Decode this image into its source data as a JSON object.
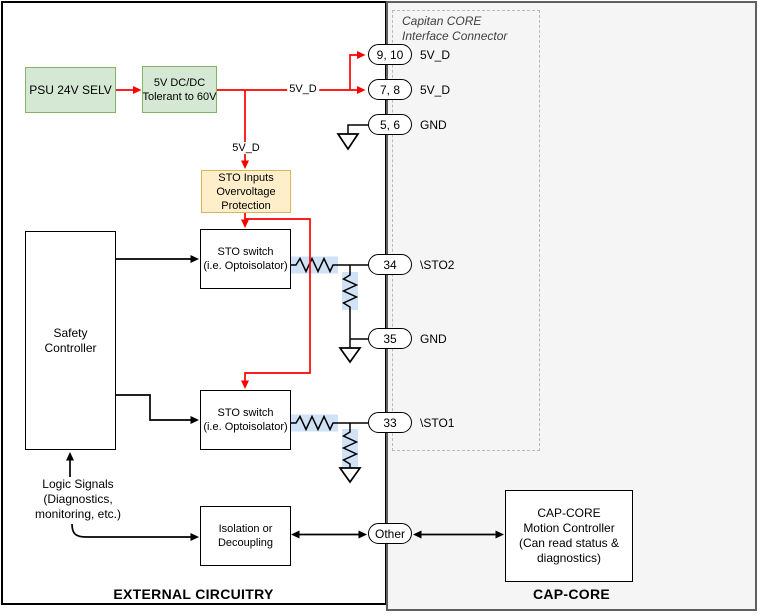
{
  "regions": {
    "external": {
      "label": "EXTERNAL CIRCUITRY"
    },
    "capcore": {
      "label": "CAP-CORE"
    },
    "connector": {
      "title": "Capitan CORE\nInterface Connector"
    }
  },
  "blocks": {
    "psu": {
      "label": "PSU 24V SELV"
    },
    "dcdc": {
      "label": "5V DC/DC\nTolerant to 60V"
    },
    "sto_protection": {
      "label": "STO Inputs\nOvervoltage\nProtection"
    },
    "sto_switch_sto2": {
      "label": "STO switch\n(i.e. Optoisolator)"
    },
    "sto_switch_sto1": {
      "label": "STO switch\n(i.e. Optoisolator)"
    },
    "safety_controller": {
      "label": "Safety\nController"
    },
    "isolation": {
      "label": "Isolation or\nDecoupling"
    },
    "motion_controller": {
      "label": "CAP-CORE\nMotion Controller\n(Can read status &\ndiagnostics)"
    }
  },
  "pins": [
    {
      "id": "9, 10",
      "label": "5V_D"
    },
    {
      "id": "7, 8",
      "label": "5V_D"
    },
    {
      "id": "5, 6",
      "label": "GND"
    },
    {
      "id": "34",
      "label": "\\STO2"
    },
    {
      "id": "35",
      "label": "GND"
    },
    {
      "id": "33",
      "label": "\\STO1"
    },
    {
      "id": "Other",
      "label": ""
    }
  ],
  "wire_labels": {
    "net_5vd_horizontal": "5V_D",
    "net_5vd_vertical": "5V_D"
  },
  "annotations": {
    "logic_signals": "Logic Signals\n(Diagnostics,\nmonitoring, etc.)"
  },
  "colors": {
    "red": "#ff0000",
    "green-fill": "#d5e8d4",
    "green-stroke": "#82b366",
    "yellow-fill": "#ffeeca",
    "yellow-stroke": "#d6b656",
    "capcore-bg": "#f5f5f5",
    "highlight": "#cfe2f6"
  }
}
